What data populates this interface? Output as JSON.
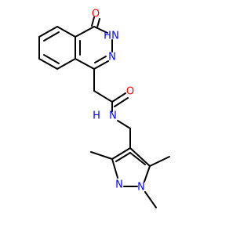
{
  "molecule": {
    "colors": {
      "bond": "#000000",
      "oxygen": "#ff0000",
      "nitrogen": "#0000ff"
    },
    "atoms": {
      "o1": {
        "label": "O",
        "element": "oxygen"
      },
      "n3": {
        "label": "N",
        "element": "nitrogen"
      },
      "h3": {
        "label": "H",
        "element": "nitrogen"
      },
      "n2": {
        "label": "N",
        "element": "nitrogen"
      },
      "o_amide": {
        "label": "O",
        "element": "oxygen"
      },
      "n_amide": {
        "label": "N",
        "element": "nitrogen"
      },
      "h_amide": {
        "label": "H",
        "element": "nitrogen"
      },
      "n_pyr2": {
        "label": "N",
        "element": "nitrogen"
      },
      "n_pyr1": {
        "label": "N",
        "element": "nitrogen"
      }
    }
  }
}
